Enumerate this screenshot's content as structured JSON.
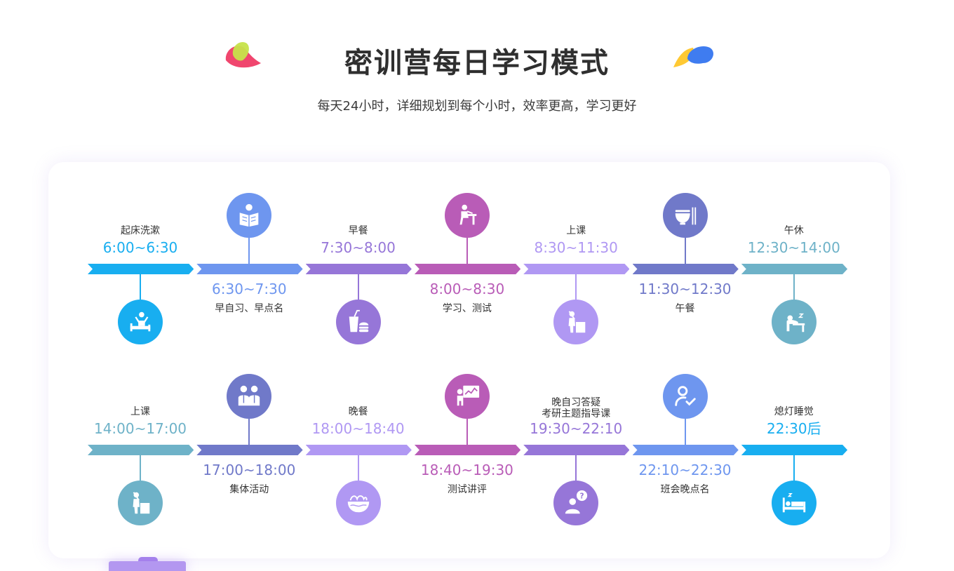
{
  "header": {
    "title": "密训营每日学习模式",
    "subtitle": "每天24小时，详细规划到每个小时，效率更高，学习更好"
  },
  "colors": {
    "blue": "#18aef0",
    "periwinkle": "#6e96ef",
    "purple": "#9676d8",
    "magenta": "#b95cb7",
    "lavender": "#b098f3",
    "indigo": "#7079c9",
    "teal": "#6eb2c8"
  },
  "rows": [
    {
      "segments": [
        {
          "label": "起床洗漱",
          "time": "6:00~6:30",
          "icon": "bed-stretch-icon",
          "color": "#18aef0",
          "position": "above"
        },
        {
          "label": "早自习、早点名",
          "time": "6:30~7:30",
          "icon": "reading-book-icon",
          "color": "#6e96ef",
          "position": "below"
        },
        {
          "label": "早餐",
          "time": "7:30~8:00",
          "icon": "drink-burger-icon",
          "color": "#9676d8",
          "position": "above"
        },
        {
          "label": "学习、测试",
          "time": "8:00~8:30",
          "icon": "student-desk-icon",
          "color": "#b95cb7",
          "position": "below"
        },
        {
          "label": "上课",
          "time": "8:30~11:30",
          "icon": "teacher-lectern-icon",
          "color": "#b098f3",
          "position": "above"
        },
        {
          "label": "午餐",
          "time": "11:30~12:30",
          "icon": "bowl-chopsticks-icon",
          "color": "#7079c9",
          "position": "below"
        },
        {
          "label": "午休",
          "time": "12:30~14:00",
          "icon": "desk-nap-icon",
          "color": "#6eb2c8",
          "position": "above"
        }
      ]
    },
    {
      "segments": [
        {
          "label": "上课",
          "time": "14:00~17:00",
          "icon": "teacher-lectern-icon",
          "color": "#6eb2c8",
          "position": "above"
        },
        {
          "label": "集体活动",
          "time": "17:00~18:00",
          "icon": "group-people-icon",
          "color": "#7079c9",
          "position": "below"
        },
        {
          "label": "晚餐",
          "time": "18:00~18:40",
          "icon": "noodle-bowl-icon",
          "color": "#b098f3",
          "position": "above"
        },
        {
          "label": "测试讲评",
          "time": "18:40~19:30",
          "icon": "presentation-board-icon",
          "color": "#b95cb7",
          "position": "below"
        },
        {
          "label": "晚自习答疑\n考研主题指导课",
          "time": "19:30~22:10",
          "icon": "question-person-icon",
          "color": "#9676d8",
          "position": "above"
        },
        {
          "label": "班会晚点名",
          "time": "22:10~22:30",
          "icon": "person-check-icon",
          "color": "#6e96ef",
          "position": "below"
        },
        {
          "label": "熄灯睡觉",
          "time": "22:30后",
          "icon": "sleep-bed-icon",
          "color": "#18aef0",
          "position": "above"
        }
      ]
    }
  ]
}
